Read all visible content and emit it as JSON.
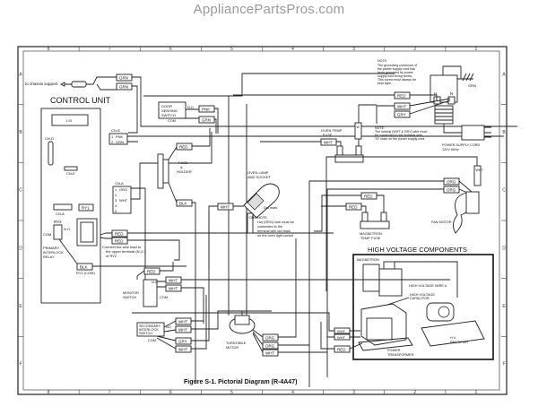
{
  "site_title": "AppliancePartsPros.com",
  "figure_caption": "Figure S-1. Pictorial Diagram (R-4A47)",
  "control_unit": {
    "title": "CONTROL UNIT",
    "lsi": "LSI",
    "cn_d": "CN-D",
    "cn_e": "CN-E",
    "cn_a_board": "CN-A",
    "ry1": "RY1",
    "ry2": "RY2",
    "no": "N.O.",
    "com": "COM",
    "primary_relay": [
      "PRIMARY",
      "INTERLOCK",
      "RELAY"
    ],
    "ry2_com": "RY2 (COM)",
    "star_note": [
      "Connect the wire lead to",
      "the upper terminal (N.O.)",
      "of  RY2"
    ]
  },
  "chassis_label": "to chassis support",
  "connectors": {
    "cn_b": {
      "label": "CN-B",
      "pins": [
        {
          "n": "1",
          "wire": "PNK"
        },
        {
          "n": "2",
          "wire": "GRN"
        }
      ]
    },
    "cn_a": {
      "label": "CN-A",
      "pins": [
        {
          "n": "1",
          "wire": "ORG"
        },
        {
          "n": "2",
          "wire": ""
        },
        {
          "n": "3",
          "wire": "WHT"
        },
        {
          "n": "4",
          "wire": ""
        },
        {
          "n": "5",
          "wire": ""
        }
      ]
    }
  },
  "door_switch": {
    "label": [
      "DOOR",
      "SENSING",
      "SWITCH"
    ],
    "no": "N.O.",
    "com": "COM"
  },
  "fuse_holder": [
    "FUSE",
    "&",
    "HOLDER"
  ],
  "oven_lamp": {
    "label": [
      "OVEN LAMP",
      "AND SOCKET"
    ],
    "dot_mark": "Dot mark",
    "note": [
      "NOTE:",
      "Hot (ORG) wire must be",
      "connected to the",
      "terminal with dot mark",
      "on the oven light socket"
    ]
  },
  "oven_temp_fuse": [
    "OVEN TEMP",
    "FUSE"
  ],
  "magnetron_temp_fuse": [
    "MAGNETRON",
    "TEMP. FUSE"
  ],
  "fan_motor": "FAN MOTOR",
  "power_supply": {
    "ground_note": [
      "NOTE:",
      "The grounding conductor of",
      "the power supply cord has",
      "been grounded by power",
      "supply cord fixing screw.",
      "This screw must always be",
      "kept tight."
    ],
    "neutral_note": [
      "NOTE:",
      "The neutral (WHT & GRY) wire must",
      "be connected to the terminal with",
      "\"N\" mark on the power supply cord."
    ],
    "cord_label": [
      "POWER SUPPLY CORD",
      "120V 60Hz"
    ],
    "h": "H",
    "n": "N",
    "grn": "GRN"
  },
  "monitor_switch": {
    "label": [
      "MONITOR",
      "SWITCH"
    ],
    "nc": "N.C.",
    "com": "COM."
  },
  "secondary_switch": {
    "label": [
      "SECONDARY",
      "INTERLOCK",
      "SWITCH"
    ],
    "no": "NO",
    "com": "COM"
  },
  "turntable_motor": [
    "TURNTABLE",
    "MOTOR"
  ],
  "high_voltage": {
    "title": "HIGH VOLTAGE COMPONENTS",
    "magnetron": "MAGNETRON",
    "hv_wire": "HIGH VOLTAGE WIRE A",
    "capacitor": [
      "HIGH VOLTAGE",
      "CAPACITOR"
    ],
    "rectifier": [
      "H.V.",
      "RECTIFIER"
    ],
    "transformer": [
      "POWER",
      "TRANSFORMER"
    ]
  },
  "wire_tags": {
    "grn_top": "GRN",
    "grn_2": "GRN",
    "pnk_door": "PNK",
    "grn_door": "GRN",
    "red_fuse": "RED",
    "blk_fuse": "BLK",
    "wht_lamp": "WHT",
    "red_power": "RED",
    "wht_power": "WHT",
    "gry_power": "GRY",
    "wht_otf": "WHT",
    "wht_vertical": "WHT",
    "wht_fan_vertical": "WHT",
    "org_vertical": "ORG",
    "org_fan_1": "ORG",
    "org_fan_2": "ORG",
    "red_mag_1": "RED",
    "red_mag_2": "RED",
    "red_ry2_1": "RED",
    "red_ry2_2": "RED",
    "blk_ry2": "BLK",
    "red_monitor": "RED",
    "wht_monitor_1": "WHT",
    "wht_monitor_2": "WHT",
    "wht_sec_1": "WHT",
    "wht_sec_2": "WHT",
    "gry_sec": "GRY",
    "wht_sec_3": "WHT",
    "org_tt_1": "ORG",
    "org_tt_2": "ORG",
    "wht_tt": "WHT",
    "wht_tr_1": "WHT",
    "wht_tr_2": "WHT",
    "red_tr": "RED"
  },
  "border_markers": {
    "top": [
      "8",
      "7",
      "6",
      "5",
      "4",
      "3",
      "2",
      "1"
    ],
    "side": [
      "A",
      "B",
      "C",
      "D",
      "E",
      "F"
    ]
  }
}
